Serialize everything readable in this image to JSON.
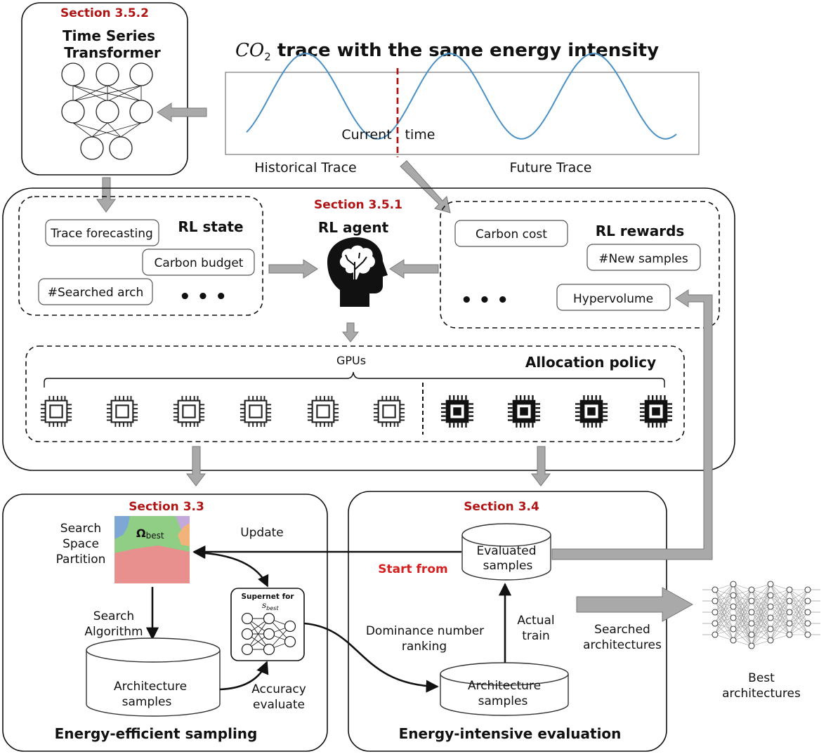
{
  "transformer": {
    "section": "Section 3.5.2",
    "title_line1": "Time Series",
    "title_line2": "Transformer"
  },
  "trace": {
    "title_math": "CO",
    "title_subscript": "2",
    "title_rest": " trace with the same energy intensity",
    "current_time_a": "Current",
    "current_time_b": "time",
    "historical": "Historical Trace",
    "future": "Future Trace",
    "line_color": "#4a90c4",
    "marker_color": "#b01515"
  },
  "rl_state": {
    "title": "RL state",
    "items": [
      "Trace forecasting",
      "Carbon budget",
      "#Searched arch"
    ],
    "ellipsis": "• • •"
  },
  "rl_agent": {
    "section": "Section 3.5.1",
    "title": "RL agent",
    "icon": "brain-head-icon"
  },
  "rl_rewards": {
    "title": "RL rewards",
    "items": [
      "Carbon cost",
      "#New samples",
      "Hypervolume"
    ],
    "ellipsis": "• • •"
  },
  "allocation": {
    "title": "Allocation policy",
    "gpus_label": "GPUs",
    "idle_gpus": 6,
    "active_gpus": 4,
    "icon": "gpu-chip-icon"
  },
  "sampling": {
    "section": "Section 3.3",
    "partition_label": [
      "Search",
      "Space",
      "Partition"
    ],
    "omega_main": "Ω",
    "omega_sub": "best",
    "update": "Update",
    "search_algorithm": [
      "Search",
      "Algorithm"
    ],
    "supernet_line1": "Supernet for",
    "supernet_math": "s",
    "supernet_sub": "best",
    "arch_samples": [
      "Architecture",
      "samples"
    ],
    "accuracy": [
      "Accuracy",
      "evaluate"
    ],
    "footer": "Energy-efficient sampling",
    "partition_colors": [
      "#e8908e",
      "#8fce84",
      "#7fa7d6",
      "#f2b37a",
      "#c3a9d9"
    ]
  },
  "evaluation": {
    "section": "Section 3.4",
    "evaluated": [
      "Evaluated",
      "samples"
    ],
    "start_from": "Start from",
    "dominance": [
      "Dominance number",
      "ranking"
    ],
    "actual_train": [
      "Actual",
      "train"
    ],
    "arch_samples": [
      "Architecture",
      "samples"
    ],
    "footer": "Energy-intensive evaluation"
  },
  "output": {
    "searched": [
      "Searched",
      "architectures"
    ],
    "best": [
      "Best",
      "architectures"
    ],
    "icon": "neural-network-icon"
  }
}
